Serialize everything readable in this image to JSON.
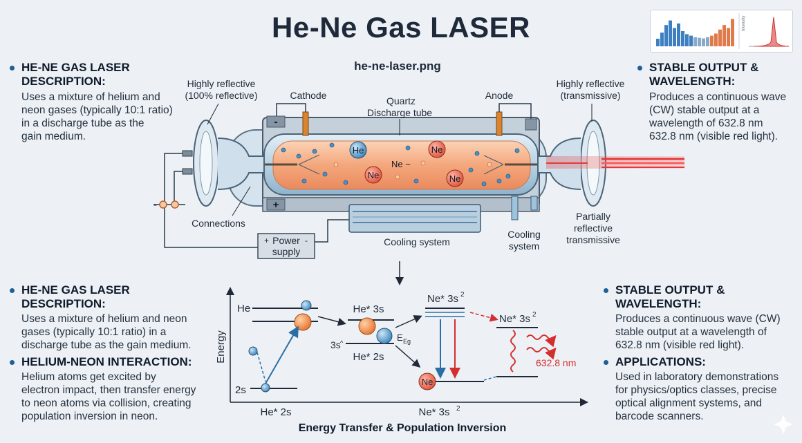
{
  "title": "He-Ne Gas LASER",
  "filename": "he-ne-laser.png",
  "colors": {
    "laser_red": "#e23b3b",
    "accent_blue": "#1d5f96",
    "plasma_orange": "#f2a57a",
    "tube_blue": "#9fc3dc"
  },
  "left_top": {
    "heading_line1": "HE-NE GAS LASER",
    "heading_line2": "DESCRIPTION:",
    "body_lines": [
      "Uses a mixture of helium and",
      "neon gases (typically 10:1 ratio)",
      "in a discharge tube as the",
      "gain medium."
    ]
  },
  "right_top": {
    "heading_line1": "STABLE OUTPUT &",
    "heading_line2": "WAVELENGTH:",
    "body_lines": [
      "Produces a continuous wave",
      "(CW) stable output at a",
      "wavelength of 632.8 nm",
      "632.8 nm (visible red light)."
    ]
  },
  "laser_diagram": {
    "label_mirror_left_1": "Highly reflective",
    "label_mirror_left_2": "(100% reflective)",
    "label_cathode": "Cathode",
    "label_quartz_1": "Quartz",
    "label_quartz_2": "Discharge tube",
    "label_anode": "Anode",
    "label_mirror_right_1": "Highly reflective",
    "label_mirror_right_2": "(transmissive)",
    "label_connections": "Connections",
    "label_power_1": "Power",
    "label_power_2": "supply",
    "label_cooling": "Cooling system",
    "label_cooling_small_1": "Cooling",
    "label_cooling_small_2": "system",
    "label_partial_1": "Partially",
    "label_partial_2": "reflective",
    "label_partial_3": "transmissive",
    "atom_he": "He",
    "atom_ne": "Ne",
    "atom_ne_plain": "Ne ~",
    "sign_minus": "-",
    "sign_plus": "+",
    "ps_plus": "+",
    "ps_minus": "-"
  },
  "left_bottom": {
    "desc_heading": "HE-NE GAS LASER DESCRIPTION:",
    "desc_body": [
      "Uses a mixture of helium and neon",
      "gases (typically 10:1 ratio) in a",
      "discharge tube as the gain medium."
    ],
    "interaction_heading": "HELIUM-NEON INTERACTION:",
    "interaction_body": [
      "Helium atoms get excited by",
      "electron impact, then transfer energy",
      "to neon atoms via collision, creating",
      "population inversion in neon."
    ]
  },
  "right_bottom": {
    "stable_heading": "STABLE OUTPUT & WAVELENGTH:",
    "stable_body": [
      "Produces a continuous wave (CW)",
      "stable output at a wavelength of",
      "632.8 nm (visible red light)."
    ],
    "apps_heading": "APPLICATIONS:",
    "apps_body": [
      "Used in laboratory demonstrations",
      "for physics/optics classes, precise",
      "optical alignment systems, and",
      "barcode scanners."
    ]
  },
  "energy_diagram": {
    "ylabel": "Energy",
    "level_he": "He",
    "level_2s": "2s",
    "he_star_3s": "He* 3s",
    "he_star_2s": "He* 2s",
    "label_3s": "3s",
    "label_3s_sup": "^",
    "e_label": "E",
    "e_sub": "Eg",
    "ne_star_3s2_a": "Ne* 3s",
    "ne_star_3s2_b": "Ne* 3s",
    "sup2": "2",
    "wavelength": "632.8 nm",
    "bottom_he": "He* 2s",
    "bottom_ne": "Ne* 3s",
    "atom_ne": "Ne",
    "caption": "Energy Transfer & Population Inversion"
  },
  "thumbnail": {
    "icon": "spectrum-chart-icon",
    "axis_label": "Intensity",
    "bars": [
      0.25,
      0.45,
      0.7,
      0.85,
      0.6,
      0.75,
      0.5,
      0.4,
      0.35,
      0.3,
      0.28,
      0.26,
      0.3,
      0.35,
      0.42,
      0.55,
      0.7,
      0.6,
      0.9
    ],
    "peak": 0.92
  }
}
